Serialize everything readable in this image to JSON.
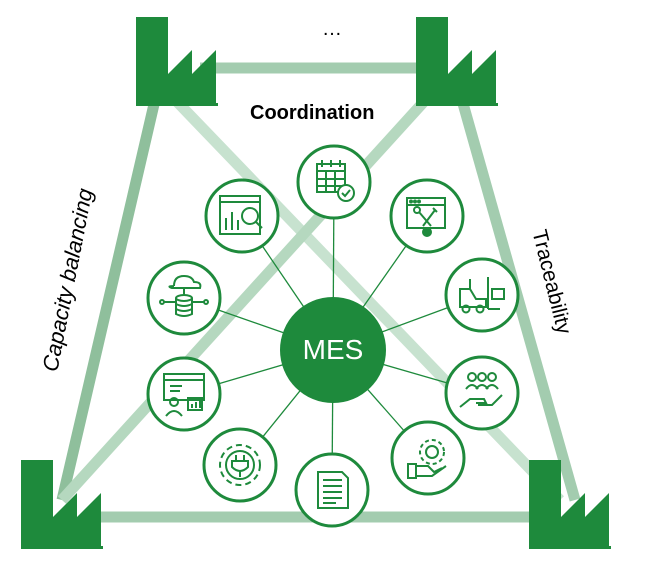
{
  "center": {
    "label": "MES"
  },
  "labels": {
    "top_ellipsis": "…",
    "coordination": "Coordination",
    "capacity_balancing": "Capacity balancing",
    "traceability": "Traceability"
  },
  "colors": {
    "primary_green": "#1e8a3c",
    "light_green": "#a3ccaf",
    "pale_green": "#c7e2cf"
  },
  "icons": [
    "calendar-check-icon",
    "browser-tools-icon",
    "forklift-icon",
    "team-hand-icon",
    "gear-hand-icon",
    "document-icon",
    "gear-plug-icon",
    "presenter-chart-icon",
    "cloud-database-icon",
    "analytics-magnifier-icon"
  ],
  "factories": [
    "factory-top-left",
    "factory-top-right",
    "factory-bottom-left",
    "factory-bottom-right"
  ]
}
